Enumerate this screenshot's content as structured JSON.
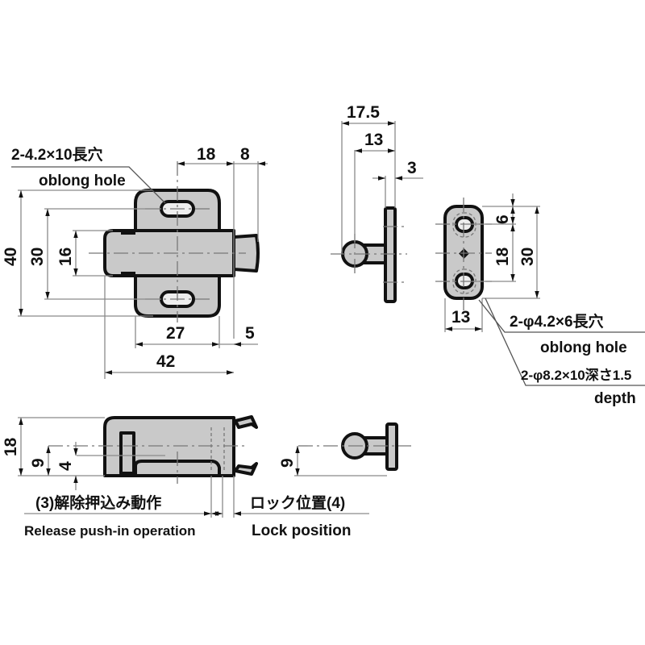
{
  "drawing": {
    "top_view": {
      "callout_jp": "2-4.2×10長穴",
      "callout_en": "oblong hole",
      "dims": {
        "overall_height": "40",
        "slot_pitch": "30",
        "body_height": "16",
        "plate_width": "18",
        "plunger_width": "8",
        "plate_offset": "27",
        "plunger_offset": "5",
        "overall_length": "42"
      }
    },
    "strike_side_view": {
      "dims": {
        "overall_depth": "17.5",
        "ball_to_face": "13",
        "plate_thickness": "3"
      }
    },
    "strike_front_view": {
      "dims": {
        "edge_to_slot": "6",
        "slot_pitch": "18",
        "overall_height": "30",
        "width": "13"
      },
      "callout_jp": "2-φ4.2×6長穴",
      "callout_en": "oblong hole",
      "callout2_jp": "2-φ8.2×10深さ1.5",
      "callout2_en": "depth"
    },
    "side_view": {
      "dims": {
        "overall_height": "18",
        "center_height": "9",
        "slot_height": "4",
        "strike_center_height": "9"
      },
      "release_jp": "(3)解除押込み動作",
      "release_en": "Release push-in operation",
      "lock_jp": "ロック位置(4)",
      "lock_en": "Lock position"
    },
    "colors": {
      "part_fill": "#c9c9c9",
      "outline": "#111111",
      "dimension_line": "#8a8a8a",
      "background": "#ffffff"
    }
  }
}
